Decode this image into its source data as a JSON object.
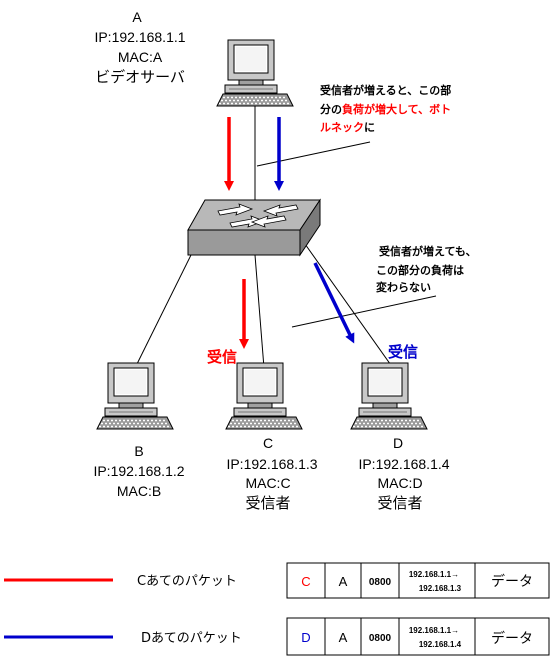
{
  "hosts": {
    "a": {
      "name": "A",
      "ip": "IP:192.168.1.1",
      "mac": "MAC:A",
      "role": "ビデオサーバ"
    },
    "b": {
      "name": "B",
      "ip": "IP:192.168.1.2",
      "mac": "MAC:B",
      "role": ""
    },
    "c": {
      "name": "C",
      "ip": "IP:192.168.1.3",
      "mac": "MAC:C",
      "role": "受信者"
    },
    "d": {
      "name": "D",
      "ip": "IP:192.168.1.4",
      "mac": "MAC:D",
      "role": "受信者"
    }
  },
  "notes": {
    "top": {
      "line1": "受信者が増えると、この部",
      "line2_prefix": "分の",
      "line2_highlight": "負荷が増大して、ボト",
      "line3_highlight": "ルネック",
      "line3_suffix": "に"
    },
    "bottom": {
      "line1": "受信者が増えても、",
      "line2": "この部分の負荷は",
      "line3": "変わらない"
    }
  },
  "receive_labels": {
    "red": "受信",
    "blue": "受信"
  },
  "legend": [
    {
      "label": "Cあてのパケット",
      "color": "#ff0000",
      "dst_mac": "C",
      "src_mac": "A",
      "type": "0800",
      "src_ip": "192.168.1.1→",
      "dst_ip": "192.168.1.3",
      "payload": "データ"
    },
    {
      "label": "Dあてのパケット",
      "color": "#0000cc",
      "dst_mac": "D",
      "src_mac": "A",
      "type": "0800",
      "src_ip": "192.168.1.1→",
      "dst_ip": "192.168.1.4",
      "payload": "データ"
    }
  ],
  "colors": {
    "red": "#ff0000",
    "blue": "#0000cc"
  }
}
